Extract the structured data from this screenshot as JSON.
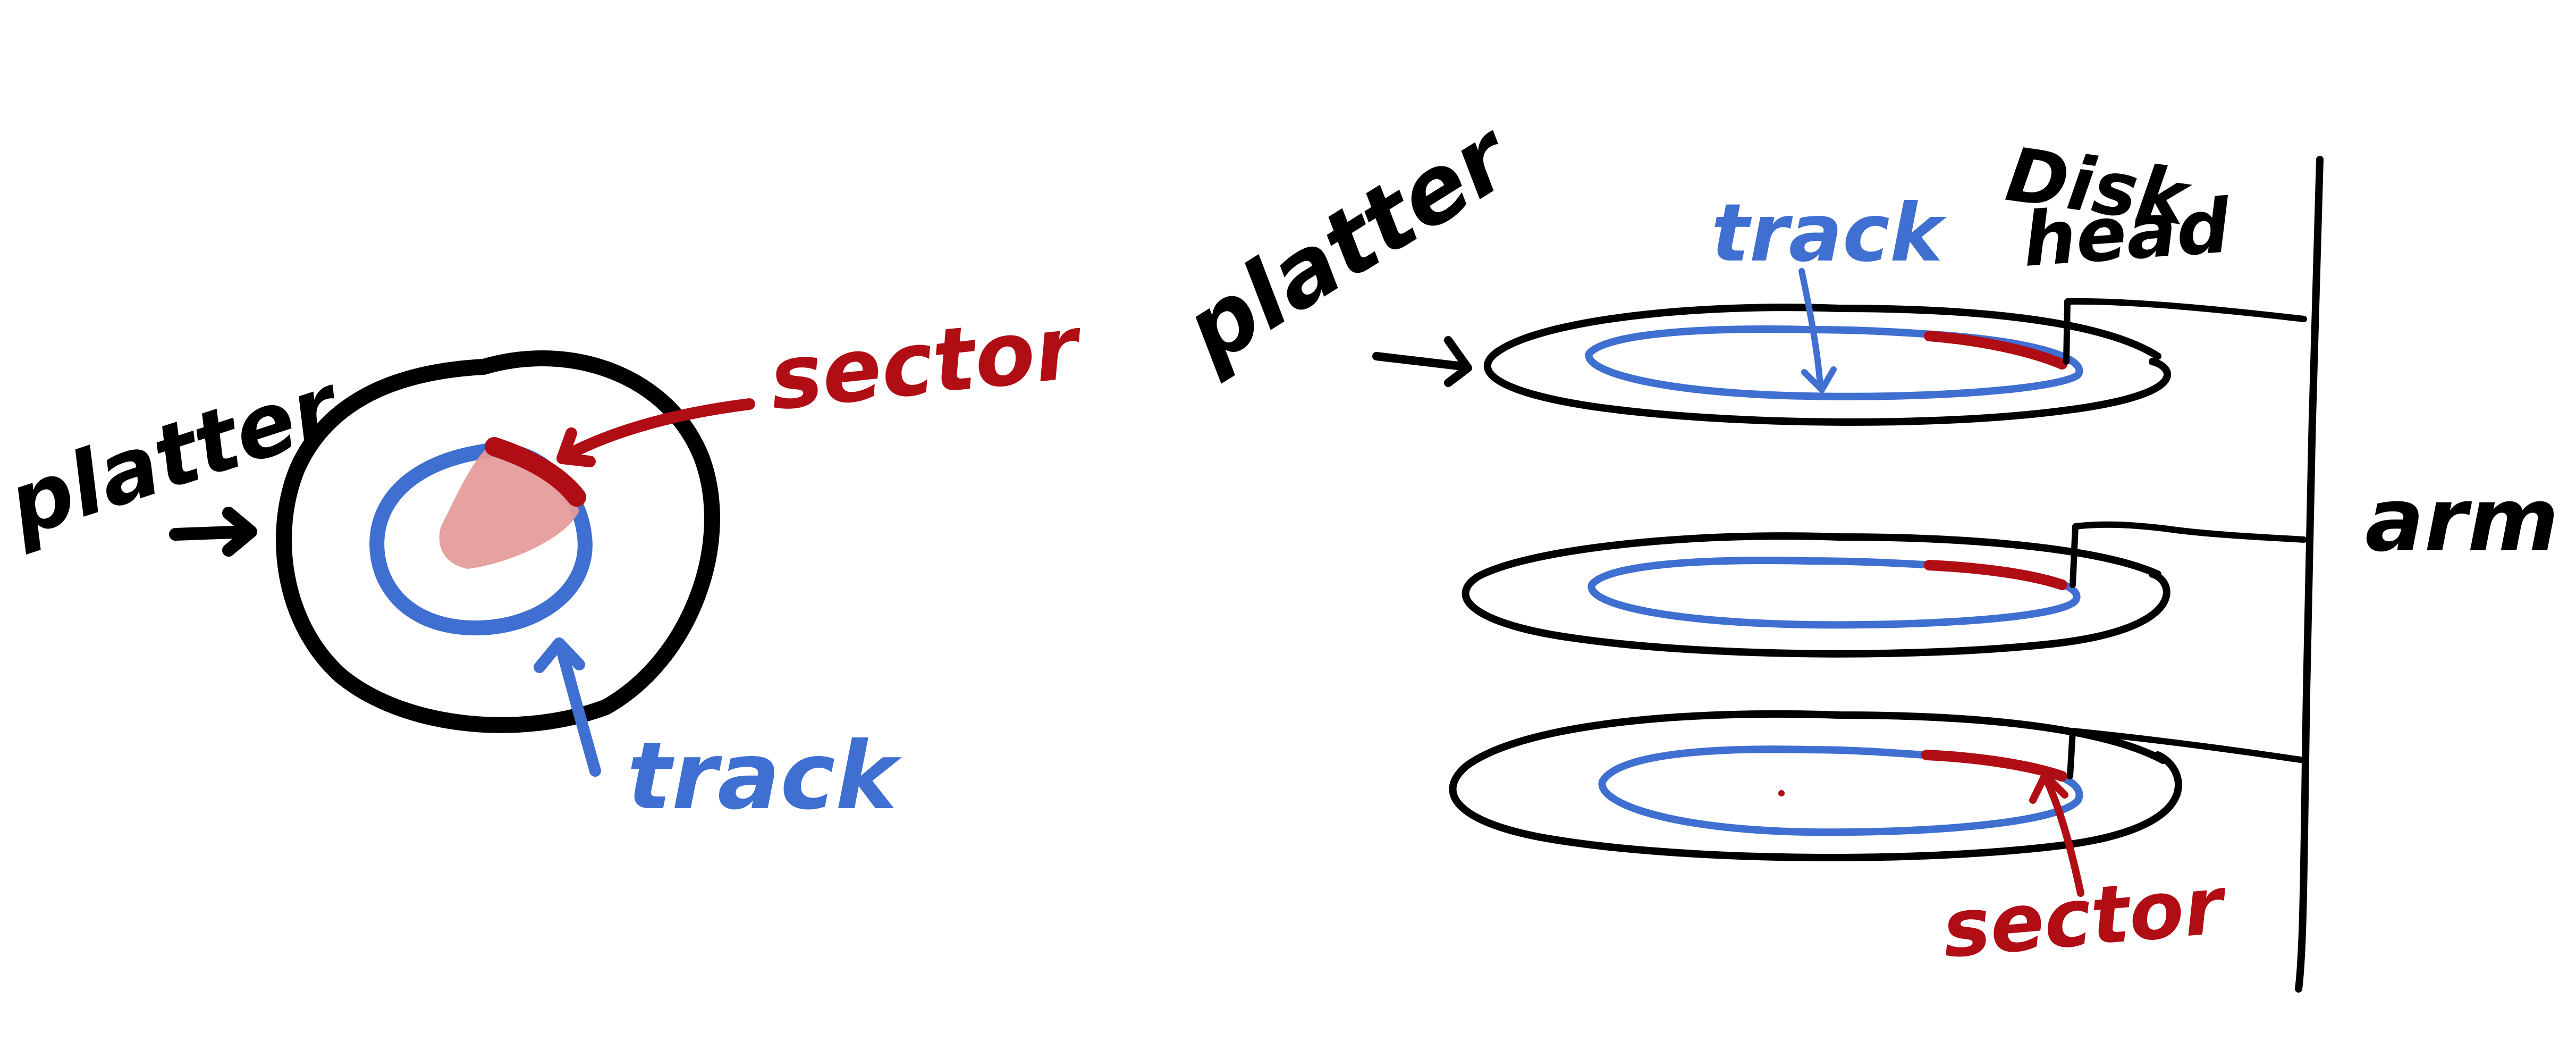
{
  "colors": {
    "ink": "#000000",
    "track": "#3f6fd0",
    "sector": "#b00d14",
    "sector_fill": "#e59c9c"
  },
  "left_figure": {
    "platter_label": "platter",
    "sector_label": "sector",
    "track_label": "track"
  },
  "right_figure": {
    "platter_label": "platter",
    "track_label": "track",
    "disk_head_label_line1": "Disk",
    "disk_head_label_line2": "head",
    "arm_label": "arm",
    "sector_label": "sector"
  }
}
